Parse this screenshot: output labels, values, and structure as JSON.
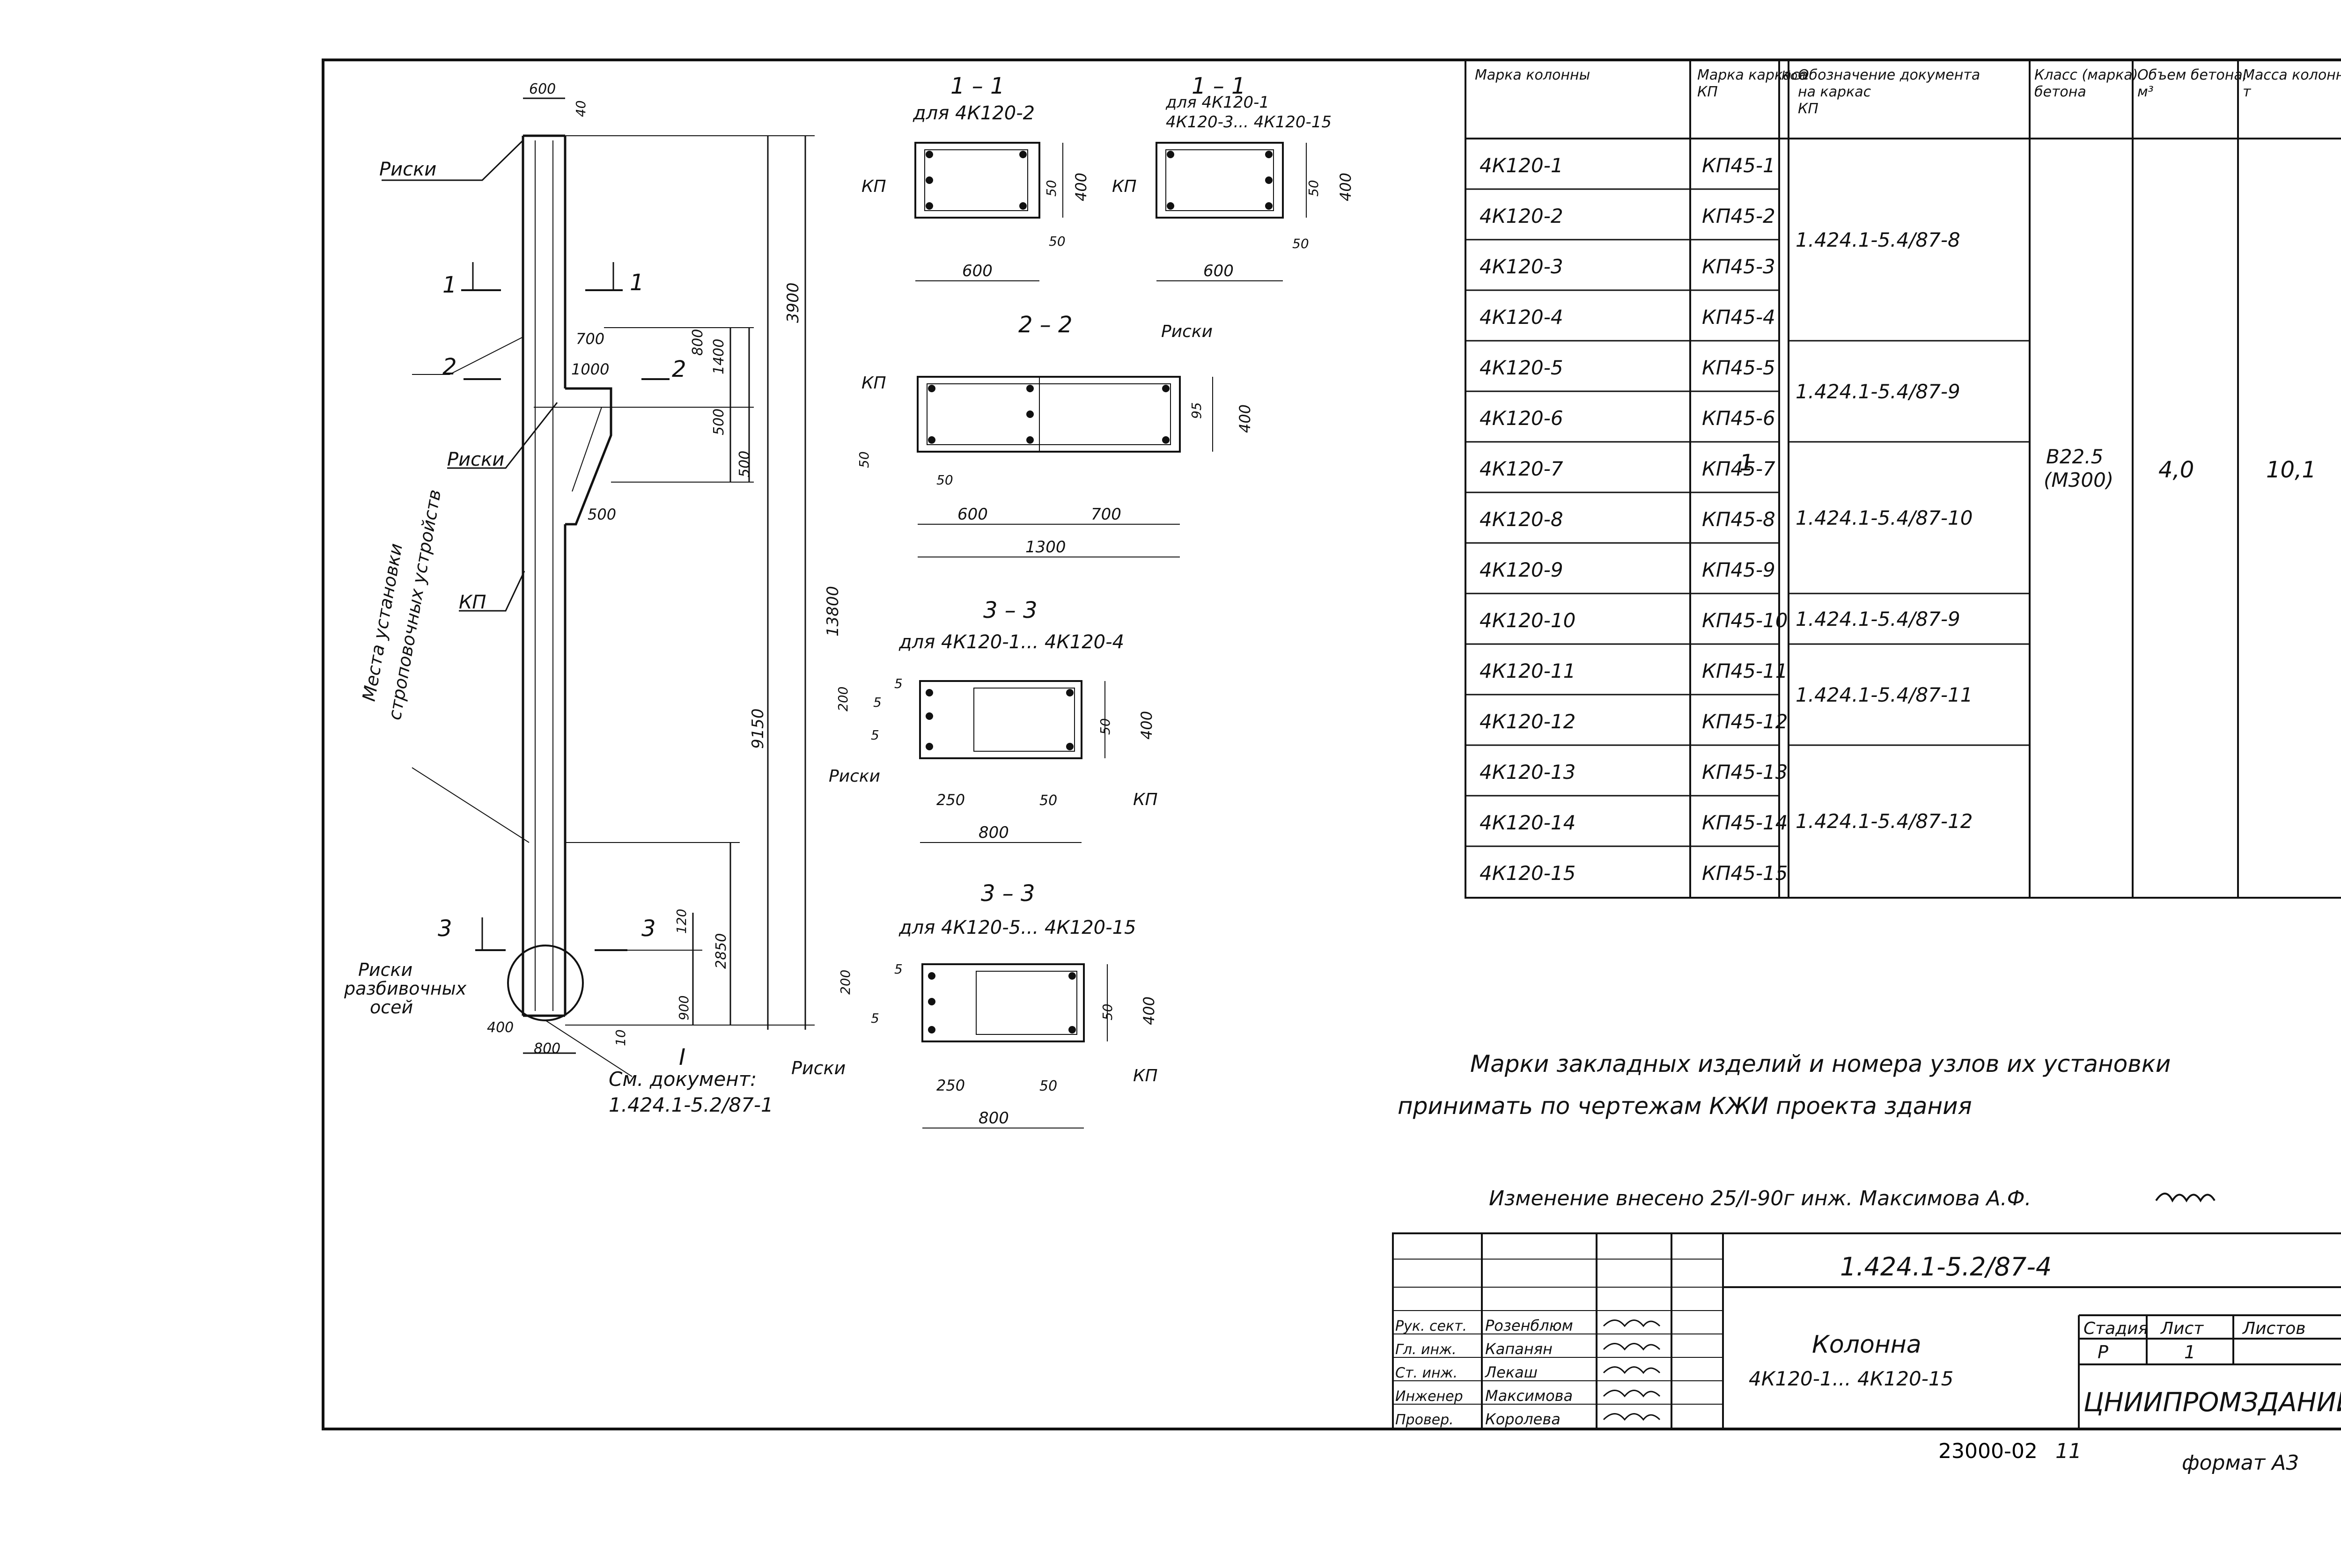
{
  "column_view": {
    "dim_top_width": "600",
    "dim_top_small": "40",
    "dim_total_height": "13800",
    "dim_upper": "3900",
    "dim_lower": "9150",
    "dim_mid_a": "800",
    "dim_mid_b": "1400",
    "dim_mid_c": "500",
    "dim_mid_d": "500",
    "dim_bottom_a": "120",
    "dim_bottom_b": "900",
    "dim_bottom_c": "2850",
    "dim_bottom_d": "10",
    "dim_bottom_width": "800",
    "dim_base_400": "400",
    "dim_bracket_700": "700",
    "dim_bracket_1000": "1000",
    "dim_bracket_500": "500",
    "label_riski_top": "Риски",
    "label_riski_bracket": "Риски",
    "label_kp": "КП",
    "label_riski_bottom_1": "Риски",
    "label_riski_bottom_2": "разбивочных",
    "label_riski_bottom_3": "осей",
    "label_vertical_1": "Места установки",
    "label_vertical_2": "строповочных устройств",
    "cut_1": "1",
    "cut_2": "2",
    "cut_3": "3",
    "node_mark": "I",
    "see_doc_1": "См. документ:",
    "see_doc_2": "1.424.1-5.2/87-1"
  },
  "sections": {
    "s1a_title": "1 – 1",
    "s1a_sub": "для 4К120-2",
    "s1b_title": "1 – 1",
    "s1b_sub_1": "для 4К120-1",
    "s1b_sub_2": "4К120-3... 4К120-15",
    "s2_title": "2 – 2",
    "s3a_title": "3 – 3",
    "s3a_sub": "для 4К120-1... 4К120-4",
    "s3b_title": "3 – 3",
    "s3b_sub": "для 4К120-5... 4К120-15",
    "kp": "КП",
    "riski": "Риски",
    "d600": "600",
    "d400": "400",
    "d50": "50",
    "d700": "700",
    "d1300": "1300",
    "d250": "250",
    "d800": "800",
    "d200": "200",
    "d5": "5",
    "d95": "95"
  },
  "table": {
    "headers": [
      "Марка колонны",
      "Марка каркаса КП",
      "Кол.",
      "Обозначение документа на каркас КП",
      "Класс (марка) бетона",
      "Объем бетона, м³",
      "Масса колонны, т"
    ],
    "rows": [
      [
        "4К120-1",
        "КП45-1"
      ],
      [
        "4К120-2",
        "КП45-2"
      ],
      [
        "4К120-3",
        "КП45-3"
      ],
      [
        "4К120-4",
        "КП45-4"
      ],
      [
        "4К120-5",
        "КП45-5"
      ],
      [
        "4К120-6",
        "КП45-6"
      ],
      [
        "4К120-7",
        "КП45-7"
      ],
      [
        "4К120-8",
        "КП45-8"
      ],
      [
        "4К120-9",
        "КП45-9"
      ],
      [
        "4К120-10",
        "КП45-10"
      ],
      [
        "4К120-11",
        "КП45-11"
      ],
      [
        "4К120-12",
        "КП45-12"
      ],
      [
        "4К120-13",
        "КП45-13"
      ],
      [
        "4К120-14",
        "КП45-14"
      ],
      [
        "4К120-15",
        "КП45-15"
      ]
    ],
    "qty": "1",
    "docs": [
      "1.424.1-5.4/87-8",
      "1.424.1-5.4/87-9",
      "1.424.1-5.4/87-10",
      "1.424.1-5.4/87-9",
      "1.424.1-5.4/87-11",
      "1.424.1-5.4/87-12"
    ],
    "concrete_class": "В22.5",
    "concrete_mark": "(М300)",
    "volume": "4,0",
    "mass": "10,1"
  },
  "notes": {
    "note_line1": "Марки закладных изделий и номера узлов их установки",
    "note_line2": "принимать по чертежам КЖИ проекта здания",
    "change": "Изменение внесено 25/I-90г инж. Максимова А.Ф."
  },
  "stamp": {
    "doc_number": "1.424.1-5.2/87-4",
    "name_1": "Колонна",
    "name_2": "4К120-1... 4К120-15",
    "org": "ЦНИИПРОМЗДАНИЙ",
    "stage_h": "Стадия",
    "sheet_h": "Лист",
    "sheets_h": "Листов",
    "stage_v": "Р",
    "sheet_v": "1",
    "roles": [
      "Рук. сект.",
      "Гл. инж.",
      "Ст. инж.",
      "Инженер",
      "Провер."
    ],
    "names": [
      "Розенблюм",
      "Капанян",
      "Лекаш",
      "Максимова",
      "Королева"
    ]
  },
  "footer": {
    "inventory": "23000-02",
    "page": "11",
    "format": "формат А3"
  }
}
